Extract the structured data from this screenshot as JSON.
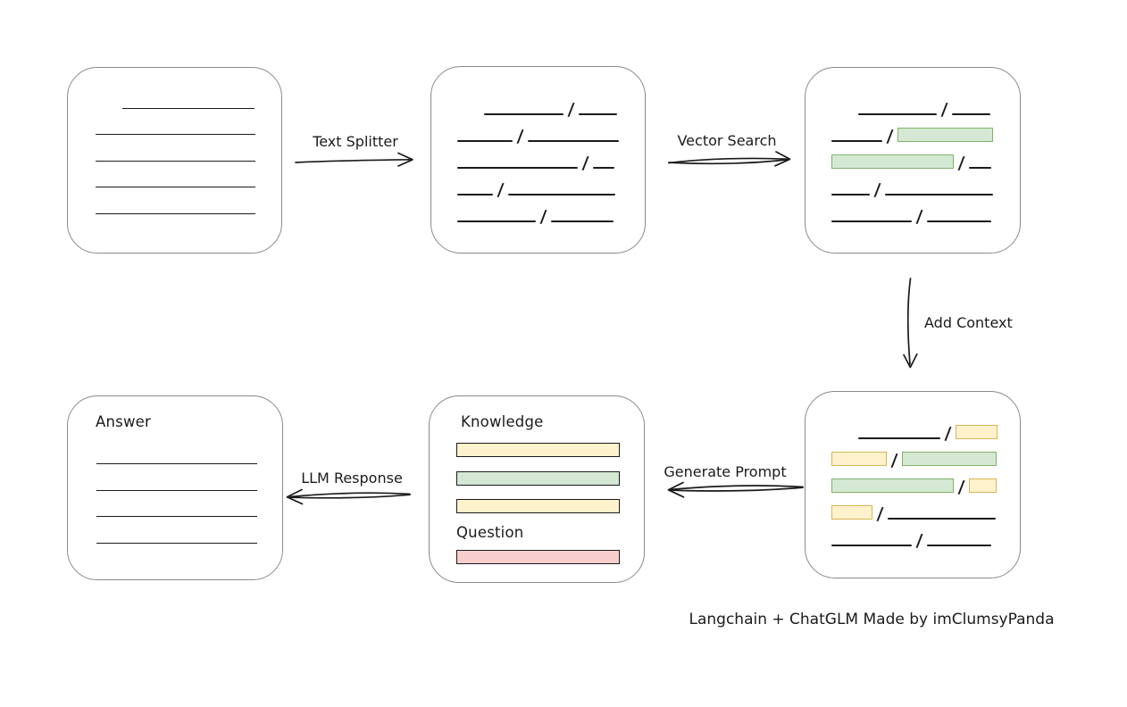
{
  "caption": "Langchain + ChatGLM Made by imClumsyPanda",
  "slash_glyph": "/",
  "arrows": {
    "text_splitter": {
      "label": "Text Splitter",
      "direction": "right"
    },
    "vector_search": {
      "label": "Vector Search",
      "direction": "right"
    },
    "add_context": {
      "label": "Add Context",
      "direction": "down"
    },
    "generate_prompt": {
      "label": "Generate Prompt",
      "direction": "left"
    },
    "llm_response": {
      "label": "LLM Response",
      "direction": "left"
    }
  },
  "colors": {
    "line": "#1b1b1b",
    "box-border": "#8a8a8a",
    "green-fill": "#d5e8d4",
    "green-stroke": "#82b366",
    "yellow-fill": "#fff2cc",
    "yellow-stroke": "#d6b656",
    "red-fill": "#f8cecc",
    "red-stroke": "#b85450"
  },
  "boxes": {
    "document": {
      "lines": [
        {
          "w": 148,
          "indent": 31
        },
        {
          "w": 179
        },
        {
          "w": 179
        },
        {
          "w": 179
        },
        {
          "w": 179
        }
      ]
    },
    "chunks": {
      "rows": [
        [
          {
            "t": "gap",
            "w": 30
          },
          {
            "t": "line",
            "w": 89
          },
          {
            "t": "slash"
          },
          {
            "t": "line",
            "w": 43
          }
        ],
        [
          {
            "t": "line",
            "w": 62
          },
          {
            "t": "slash"
          },
          {
            "t": "line",
            "w": 102
          }
        ],
        [
          {
            "t": "line",
            "w": 135
          },
          {
            "t": "slash"
          },
          {
            "t": "line",
            "w": 24
          }
        ],
        [
          {
            "t": "line",
            "w": 40
          },
          {
            "t": "slash"
          },
          {
            "t": "line",
            "w": 120
          }
        ],
        [
          {
            "t": "line",
            "w": 88
          },
          {
            "t": "slash"
          },
          {
            "t": "line",
            "w": 70
          }
        ]
      ]
    },
    "chunks_matched": {
      "rows": [
        [
          {
            "t": "gap",
            "w": 30
          },
          {
            "t": "line",
            "w": 88
          },
          {
            "t": "slash"
          },
          {
            "t": "line",
            "w": 43
          }
        ],
        [
          {
            "t": "line",
            "w": 57
          },
          {
            "t": "slash"
          },
          {
            "t": "bar",
            "c": "green",
            "w": 107
          }
        ],
        [
          {
            "t": "bar",
            "c": "green",
            "w": 137
          },
          {
            "t": "slash"
          },
          {
            "t": "line",
            "w": 25
          }
        ],
        [
          {
            "t": "line",
            "w": 43
          },
          {
            "t": "slash"
          },
          {
            "t": "line",
            "w": 121
          }
        ],
        [
          {
            "t": "line",
            "w": 90
          },
          {
            "t": "slash"
          },
          {
            "t": "line",
            "w": 72
          }
        ]
      ]
    },
    "chunks_context": {
      "rows": [
        [
          {
            "t": "gap",
            "w": 30
          },
          {
            "t": "line",
            "w": 92
          },
          {
            "t": "slash"
          },
          {
            "t": "bar",
            "c": "yellow",
            "w": 47
          }
        ],
        [
          {
            "t": "bar",
            "c": "yellow",
            "w": 62
          },
          {
            "t": "slash"
          },
          {
            "t": "bar",
            "c": "green",
            "w": 106
          }
        ],
        [
          {
            "t": "bar",
            "c": "green",
            "w": 137
          },
          {
            "t": "slash"
          },
          {
            "t": "bar",
            "c": "yellow",
            "w": 31
          }
        ],
        [
          {
            "t": "bar",
            "c": "yellow",
            "w": 46
          },
          {
            "t": "slash"
          },
          {
            "t": "line",
            "w": 121
          }
        ],
        [
          {
            "t": "line",
            "w": 90
          },
          {
            "t": "slash"
          },
          {
            "t": "line",
            "w": 72
          }
        ]
      ]
    },
    "prompt": {
      "knowledge_label": "Knowledge",
      "question_label": "Question",
      "knowledge_bars": [
        "yellow",
        "green",
        "yellow"
      ],
      "question_bars": [
        "red"
      ]
    },
    "answer": {
      "label": "Answer",
      "lines": [
        {
          "w": 180
        },
        {
          "w": 180
        },
        {
          "w": 180
        },
        {
          "w": 180
        }
      ]
    }
  }
}
